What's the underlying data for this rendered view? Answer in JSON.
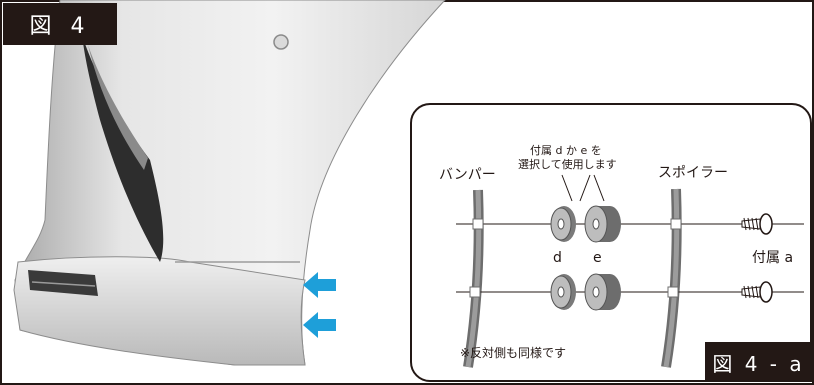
{
  "figure": {
    "main_label": "図 4",
    "sub_label": "図 4 - a"
  },
  "inset": {
    "accessory_note_line1": "付属 d か e を",
    "accessory_note_line2": "選択して使用します",
    "bumper_label": "バンパー",
    "spoiler_label": "スポイラー",
    "washer_d_label": "d",
    "washer_e_label": "e",
    "screw_label": "付属 a",
    "opposite_side_note": "※反対側も同様です"
  },
  "colors": {
    "ink": "#231815",
    "arrow": "#1e9fd9",
    "body_silver": "#d9d9d9"
  }
}
